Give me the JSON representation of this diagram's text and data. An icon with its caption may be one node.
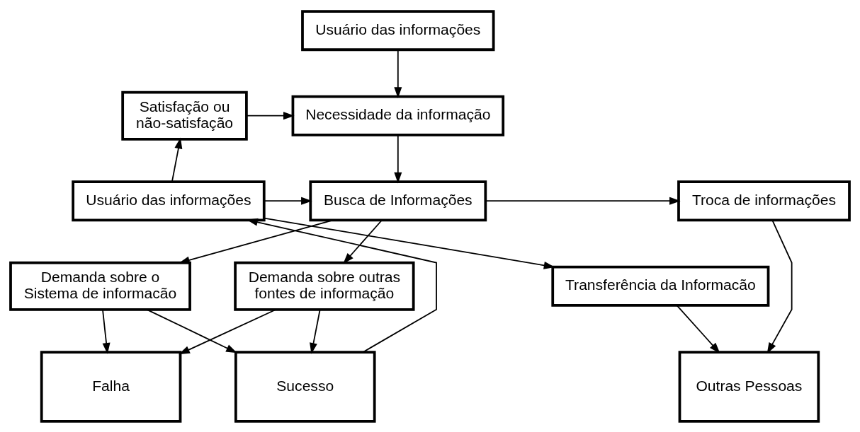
{
  "diagram": {
    "nodes": [
      {
        "text": [
          "Usuário das informações"
        ]
      },
      {
        "text": [
          "Satisfação ou não-satisfação"
        ]
      },
      {
        "text": [
          "Necessidade da informação"
        ]
      },
      {
        "text": [
          "Usuário das informações"
        ]
      },
      {
        "text": [
          "Busca de Informações"
        ]
      },
      {
        "text": [
          "Troca de informações"
        ]
      },
      {
        "text": [
          "Demanda sobre o Sistema de informacão"
        ]
      },
      {
        "text": [
          "Demanda sobre outras fontes de informação"
        ]
      },
      {
        "text": [
          "Sucesso"
        ]
      },
      {
        "text": [
          "Falha"
        ]
      },
      {
        "text": [
          "Outras Pessoas"
        ]
      },
      {
        "text": [
          "Transferência da Informacão"
        ]
      }
    ],
    "edges": [
      {
        "from": 0,
        "to": 2,
        "arrow": "to"
      },
      {
        "from": 1,
        "to": 2,
        "arrow": "to"
      },
      {
        "from": 2,
        "to": 4,
        "arrow": "to"
      },
      {
        "from": 3,
        "to": 1,
        "arrow": "to"
      },
      {
        "from": 3,
        "to": 4,
        "arrow": "to"
      },
      {
        "from": 4,
        "to": 5,
        "arrow": "to"
      },
      {
        "from": 4,
        "to": 6,
        "arrow": "to"
      },
      {
        "from": 4,
        "to": 7,
        "arrow": "to"
      },
      {
        "from": 6,
        "to": 8,
        "arrow": "to"
      },
      {
        "from": 6,
        "to": 9,
        "arrow": "to"
      },
      {
        "from": 7,
        "to": 8,
        "arrow": "to"
      },
      {
        "from": 7,
        "to": 9,
        "arrow": "to"
      },
      {
        "from": 5,
        "to": 10,
        "arrow": "to"
      },
      {
        "from": 8,
        "to": 3,
        "arrow": "to"
      },
      {
        "from": 3,
        "to": 11,
        "arrow": "to"
      },
      {
        "from": 11,
        "to": 10,
        "arrow": "to"
      }
    ]
  }
}
